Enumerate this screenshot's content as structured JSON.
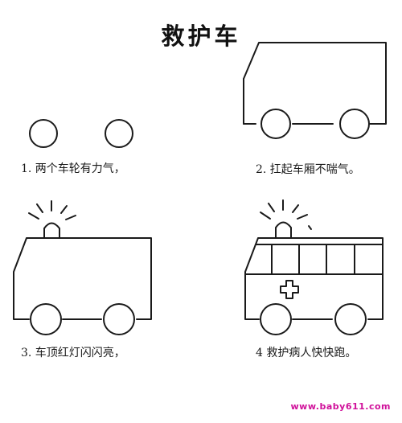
{
  "title": "救护车",
  "steps": [
    {
      "label": "1. 两个车轮有力气，"
    },
    {
      "label": "2. 扛起车厢不喘气。"
    },
    {
      "label": "3. 车顶红灯闪闪亮，"
    },
    {
      "label": "4  救护病人快快跑。"
    }
  ],
  "footer": {
    "url": "www.baby611.com"
  }
}
